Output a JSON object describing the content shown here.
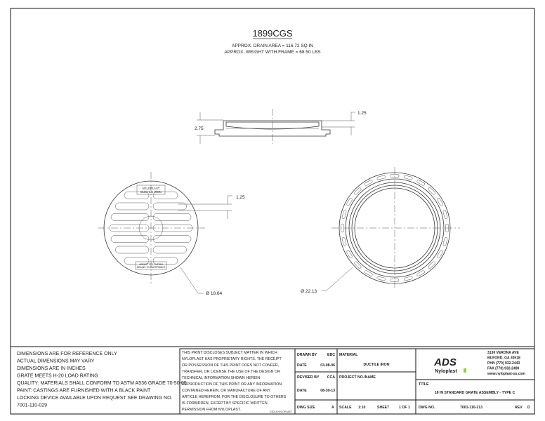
{
  "drawing": {
    "part_number": "1899CGS",
    "drain_area": "APPROX. DRAIN AREA = 116.72 SQ IN",
    "weight": "APPROX. WEIGHT WITH FRAME = 68.50 LBS",
    "dim_height": "2.75",
    "dim_top": "1.25",
    "dim_slot": "1.25",
    "dim_grate_dia": "Ø 18.64",
    "dim_frame_dia": "Ø 22.13",
    "grate_label_top": [
      "NYLOPLAST",
      "DUCTILE IRON"
    ],
    "grate_label_bottom": [
      "ADJUST POLLUTION",
      "DRAINS TO WATERWAYS"
    ]
  },
  "notes": [
    "DIMENSIONS ARE FOR REFERENCE ONLY",
    "ACTUAL DIMENSIONS MAY VARY",
    "DIMENSIONS ARE IN INCHES",
    "GRATE MEETS H-20 LOAD RATING",
    "QUALITY:  MATERIALS SHALL CONFORM TO ASTM A536 GRADE 70-50-05",
    "PAINT:  CASTINGS ARE FURNISHED WITH A BLACK PAINT",
    "LOCKING DEVICE AVAILABLE UPON REQUEST SEE DRAWING NO.",
    "7001-110-029"
  ],
  "disclaimer": [
    "THIS PRINT DISCLOSES SUBJECT MATTER IN WHICH",
    "NYLOPLAST HAS PROPRIETARY RIGHTS.  THE RECEIPT",
    "OR POSSESSION OF THIS PRINT DOES NOT CONFER,",
    "TRANSFER, OR LICENSE THE USE OF THE DESIGN OR",
    "TECHNICAL INFORMATION SHOWN HEREIN",
    "REPRODUCTION OF THIS PRINT OR ANY INFORMATION",
    "CONTAINED HEREIN, OR MANUFACTURE OF ANY",
    "ARTICLE HEREFROM, FOR THE DISCLOSURE TO OTHERS",
    "IS FORBIDDEN, EXCEPT BY SPECIFIC WRITTEN",
    "PERMISSION FROM NYLOPLAST."
  ],
  "copyright": "©2013 NYLOPLAST",
  "title_block": {
    "drawn_by_label": "DRAWN BY",
    "drawn_by": "EBC",
    "date_label": "DATE",
    "date": "03-08-06",
    "revised_by_label": "REVISED BY",
    "revised_by": "CCA",
    "rev_date_label": "DATE",
    "rev_date": "08-30-13",
    "material_label": "MATERIAL",
    "material": "DUCTILE IRON",
    "project_label": "PROJECT NO./NAME",
    "dwg_size_label": "DWG SIZE",
    "dwg_size": "A",
    "scale_label": "SCALE",
    "scale": "1:10",
    "sheet_label": "SHEET",
    "sheet": "1 OF 1",
    "dwg_no_label": "DWG NO.",
    "dwg_no": "7001-110-213",
    "rev_label": "REV",
    "rev": "D",
    "title_label": "TITLE",
    "title": "18 IN STANDARD GRATE ASSEMBLY - TYPE C",
    "logo_ads": "ADS",
    "logo_nyloplast": "Nyloplast",
    "address": [
      "3130 VERONA AVE",
      "BUFORD, GA 30518",
      "PHN (770) 932-2443",
      "FAX (770) 932-2490",
      "www.nyloplast-us.com"
    ]
  },
  "colors": {
    "logo_accent": "#9acd32",
    "line": "#333333"
  }
}
